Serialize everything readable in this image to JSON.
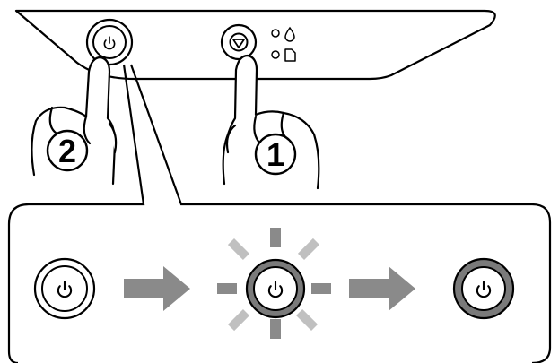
{
  "illustration": {
    "step_markers": [
      {
        "text": "②",
        "target": "power-button"
      },
      {
        "text": "①",
        "target": "stop-button"
      }
    ],
    "indicators": [
      "ink-drop-icon",
      "paper-icon"
    ],
    "sequence": [
      {
        "state": "off",
        "icon": "power-icon"
      },
      {
        "state": "flashing",
        "icon": "power-icon"
      },
      {
        "state": "on",
        "icon": "power-icon"
      }
    ],
    "colors": {
      "outline": "#000000",
      "arrow": "#8a8a8a",
      "light_ring": "#7a7a7a",
      "rays": "#aaaaaa"
    }
  }
}
